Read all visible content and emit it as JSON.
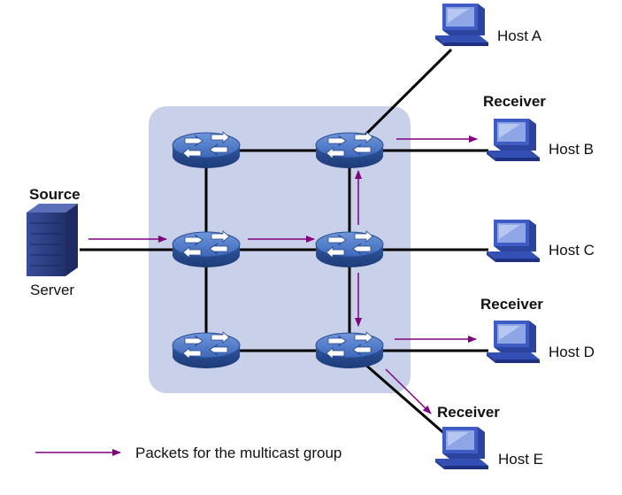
{
  "labels": {
    "source": "Source",
    "server": "Server",
    "host_a": "Host A",
    "host_b": "Host B",
    "host_c": "Host C",
    "host_d": "Host D",
    "host_e": "Host E",
    "receiver_b": "Receiver",
    "receiver_d": "Receiver",
    "receiver_e": "Receiver"
  },
  "legend": {
    "text": "Packets for the multicast group"
  },
  "colors": {
    "network_area": "#c9d1ea",
    "link": "#000000",
    "arrow": "#800080",
    "router": "#3c66b8"
  },
  "icons": {
    "router": "router-icon",
    "host": "computer-icon",
    "server": "server-icon"
  }
}
